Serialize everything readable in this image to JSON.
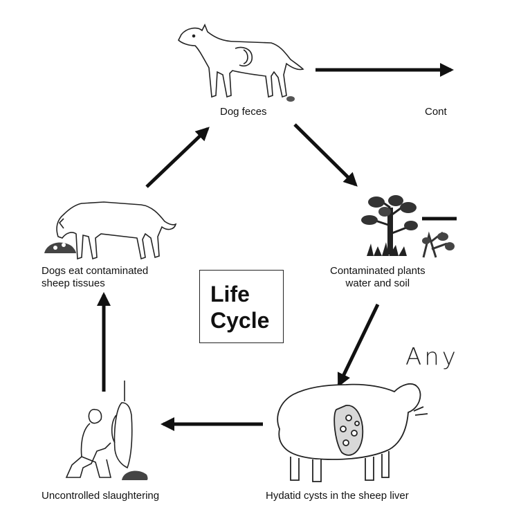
{
  "diagram": {
    "labels": {
      "dog_feces": "Dog feces",
      "contaminated_cropped": "Cont",
      "plants_line1": "Contaminated plants",
      "plants_line2": "water and soil",
      "dogs_eat_line1": "Dogs eat contaminated",
      "dogs_eat_line2": "sheep tissues",
      "sheep_liver": "Hydatid cysts in the sheep liver",
      "slaughtering": "Uncontrolled slaughtering"
    },
    "center": {
      "line1": "Life",
      "line2": "Cycle"
    },
    "handwritten_note": "Any"
  }
}
